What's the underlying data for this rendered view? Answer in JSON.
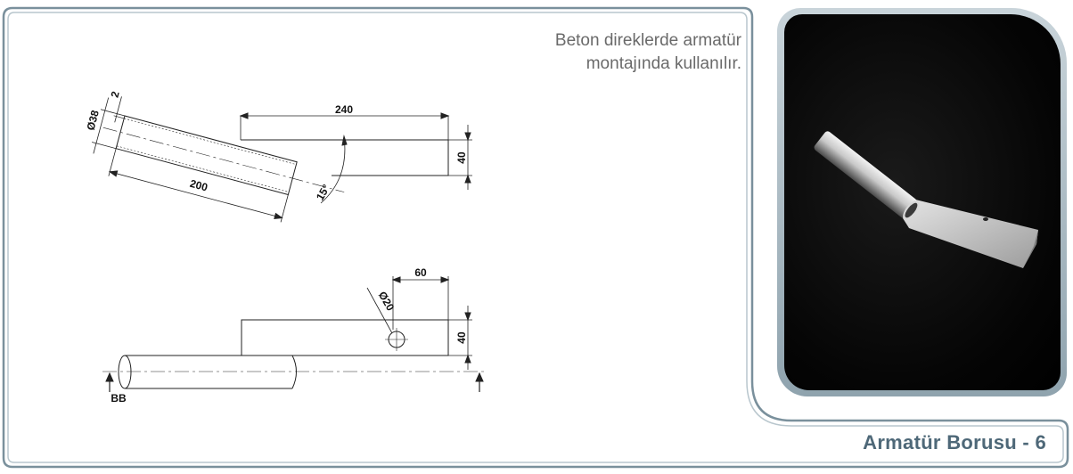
{
  "description": {
    "line1": "Beton direklerde armatür",
    "line2": "montajında kullanılır."
  },
  "title": "Armatür Borusu - 6",
  "drawing": {
    "top_view": {
      "diameter_label": "Ø38",
      "wall_label": "2",
      "tube_length_label": "200",
      "plate_length_label": "240",
      "plate_width_label": "40",
      "angle_label": "15°"
    },
    "side_view": {
      "hole_offset_label": "60",
      "hole_diameter_label": "Ø20",
      "plate_height_label": "40",
      "section_label": "BB"
    }
  },
  "colors": {
    "frame": "#7a909c",
    "title": "#4e6878",
    "description": "#6a6a6a",
    "photo_bg": "#000000"
  }
}
